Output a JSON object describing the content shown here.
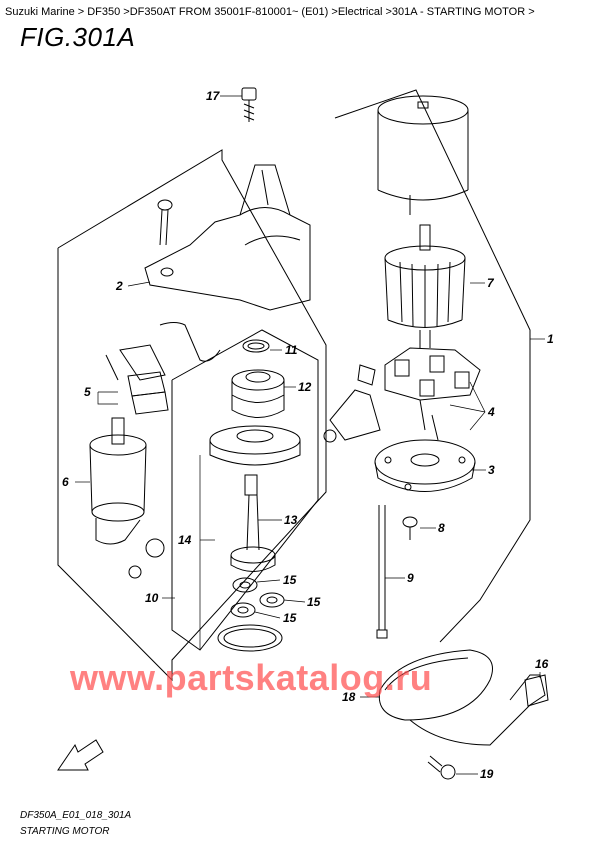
{
  "breadcrumb": "Suzuki Marine > DF350 >DF350AT FROM 35001F-810001~ (E01) >Electrical >301A - STARTING MOTOR >",
  "figure": {
    "title": "FIG.301A",
    "code": "DF350A_E01_018_301A",
    "name": "STARTING MOTOR",
    "watermark": "www.partskatalog.ru",
    "fwd_label": "FWD"
  },
  "callouts": [
    "1",
    "2",
    "3",
    "4",
    "5",
    "6",
    "7",
    "8",
    "9",
    "10",
    "11",
    "12",
    "13",
    "14",
    "15",
    "15",
    "15",
    "16",
    "17",
    "18",
    "19"
  ],
  "colors": {
    "line": "#000000",
    "watermark": "#ff4d4d"
  }
}
